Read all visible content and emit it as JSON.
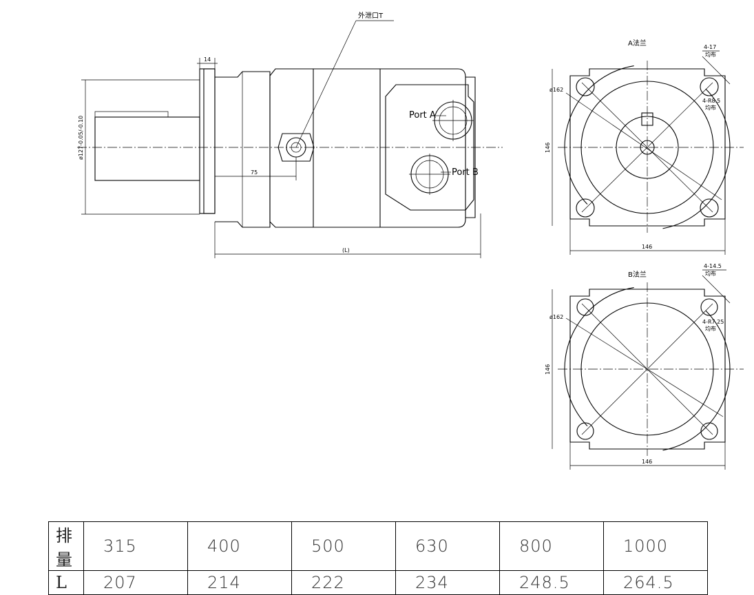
{
  "labels": {
    "drain_port": "外泄口T",
    "dim_14": "14",
    "dim_75": "75",
    "dim_L": "(L)",
    "dim_dia127": "ø127-0.05/-0.10",
    "port_a": "Port A",
    "port_b": "Port B"
  },
  "flange_a": {
    "title": "A法兰",
    "dim_dia162": "ø162",
    "dim_146_h": "146",
    "dim_146_v": "146",
    "hole_spec": "4-17",
    "hole_note": "均布",
    "radius_spec": "4-R8.5",
    "radius_note": "均布"
  },
  "flange_b": {
    "title": "B法兰",
    "dim_dia162": "ø162",
    "dim_146_h": "146",
    "dim_146_v": "146",
    "hole_spec": "4-14.5",
    "hole_note": "均布",
    "radius_spec": "4-R7.25",
    "radius_note": "均布"
  },
  "table": {
    "row1_label": "排量",
    "row2_label": "L",
    "displacement": [
      "315",
      "400",
      "500",
      "630",
      "800",
      "1000"
    ],
    "length": [
      "207",
      "214",
      "222",
      "234",
      "248.5",
      "264.5"
    ]
  }
}
